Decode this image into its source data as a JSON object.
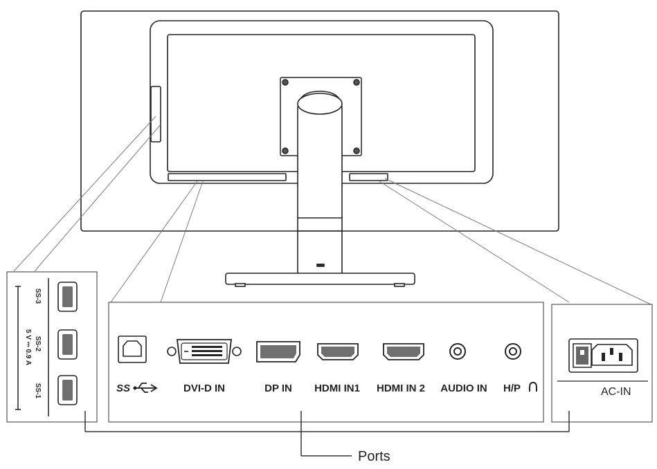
{
  "labels": {
    "usb_type_b": "SS",
    "dvi": "DVI-D IN",
    "dp": "DP IN",
    "hdmi1": "HDMI IN1",
    "hdmi2": "HDMI IN 2",
    "audio": "AUDIO IN",
    "headphone": "H/P",
    "ac": "AC-IN",
    "callout": "Ports"
  },
  "usb_side": {
    "port3": "SS-3",
    "port2": "SS-2",
    "port1": "SS-1",
    "power": "5 V ⎓ 0.9 A"
  },
  "icons": {
    "headphone": "headphone-icon",
    "usb_superspeed": "usb-superspeed-icon",
    "ac_power": "ac-socket-icon",
    "power_switch": "power-switch-icon"
  },
  "colors": {
    "line": "#222222",
    "leader": "#7a7a7a",
    "panel_fill": "#ffffff",
    "port_fill": "#6f6f6f"
  }
}
